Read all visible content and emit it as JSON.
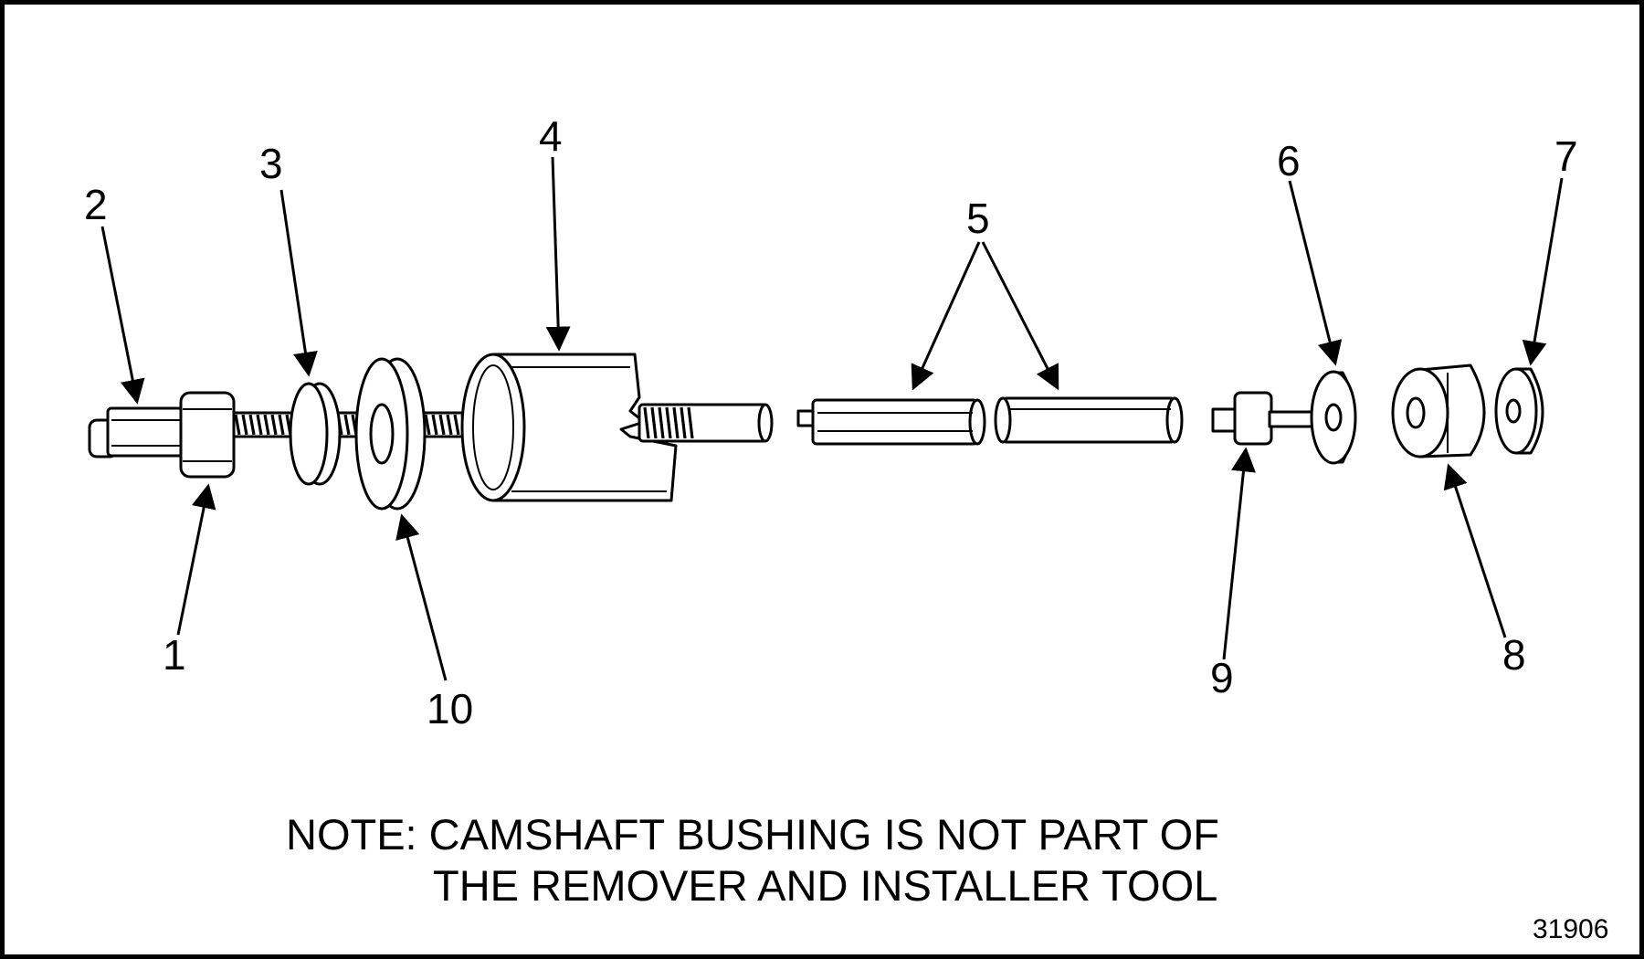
{
  "figure": {
    "callouts": [
      "1",
      "2",
      "3",
      "4",
      "5",
      "6",
      "7",
      "8",
      "9",
      "10"
    ],
    "note_line1": "NOTE: CAMSHAFT BUSHING IS NOT PART OF",
    "note_line2": "THE REMOVER AND INSTALLER TOOL",
    "figure_number": "31906"
  },
  "colors": {
    "ink": "#000000",
    "paper": "#ffffff"
  }
}
